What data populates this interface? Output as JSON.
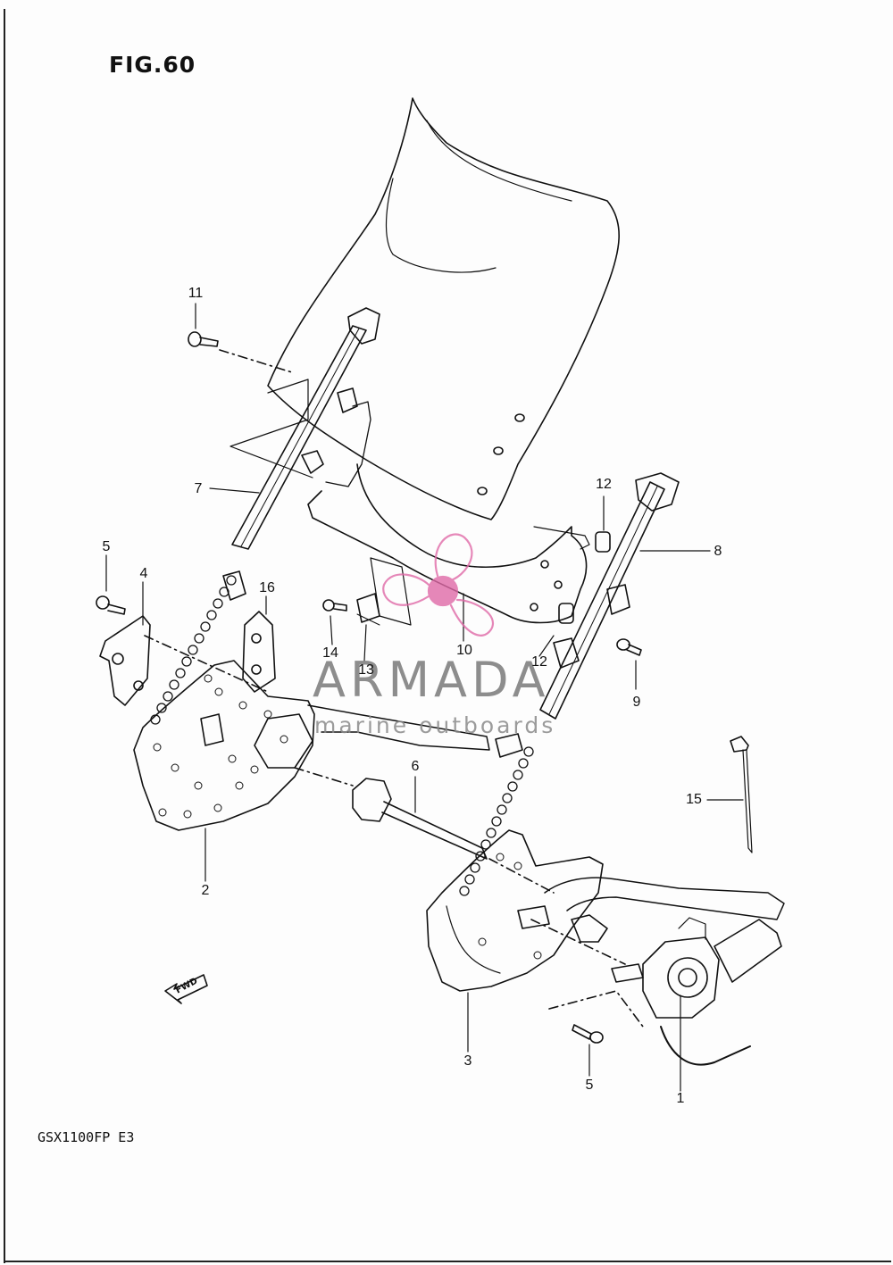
{
  "figure": {
    "title": "FIG.60",
    "model": "GSX1100FP  E3"
  },
  "labels": {
    "l1": "1",
    "l2": "2",
    "l3": "3",
    "l4": "4",
    "l5a": "5",
    "l5b": "5",
    "l6": "6",
    "l7": "7",
    "l8": "8",
    "l9": "9",
    "l10": "10",
    "l11": "11",
    "l12a": "12",
    "l12b": "12",
    "l13": "13",
    "l14": "14",
    "l15": "15",
    "l16": "16"
  },
  "fwd_text": "FWD",
  "watermark": {
    "brand": "ARMADA",
    "tagline": "marine outboards",
    "logo": "propeller-logo",
    "color": "#e06aa8"
  }
}
